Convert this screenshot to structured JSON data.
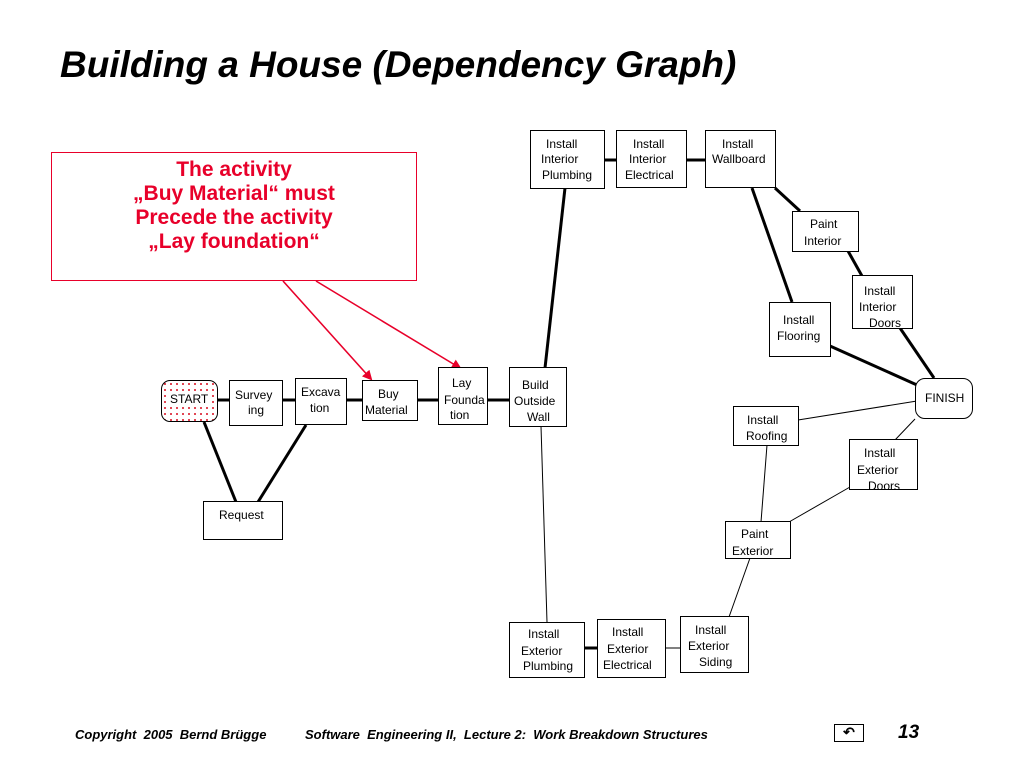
{
  "slide": {
    "title": "Building a House (Dependency Graph)",
    "callout": {
      "lines": [
        "The activity",
        "„Buy Material“ must",
        "Precede the activity",
        "„Lay foundation“"
      ],
      "color": "#e8002a"
    },
    "nodes": {
      "start": "START",
      "surveying": [
        "Survey",
        "ing"
      ],
      "request": "Request",
      "excavation": [
        "Excava",
        "tion"
      ],
      "buy_material": [
        "Buy",
        "Material"
      ],
      "lay_foundation": [
        "Lay",
        "Founda",
        "tion"
      ],
      "build_outside_wall": [
        "Build",
        "Outside",
        "Wall"
      ],
      "install_interior_plumbing": [
        "Install",
        "Interior",
        "Plumbing"
      ],
      "install_interior_electrical": [
        "Install",
        "Interior",
        "Electrical"
      ],
      "install_wallboard": [
        "Install",
        "Wallboard"
      ],
      "paint_interior": [
        "Paint",
        "Interior"
      ],
      "install_interior_doors": [
        "Install",
        "Interior",
        "Doors"
      ],
      "install_flooring": [
        "Install",
        "Flooring"
      ],
      "finish": "FINISH",
      "install_roofing": [
        "Install",
        "Roofing"
      ],
      "install_exterior_doors": [
        "Install",
        "Exterior",
        "Doors"
      ],
      "paint_exterior": [
        "Paint",
        "Exterior"
      ],
      "install_exterior_plumbing": [
        "Install",
        "Exterior",
        "Plumbing"
      ],
      "install_exterior_electrical": [
        "Install",
        "Exterior",
        "Electrical"
      ],
      "install_exterior_siding": [
        "Install",
        "Exterior",
        "Siding"
      ]
    },
    "footer": {
      "copyright": "Copyright  2005  Bernd Brügge",
      "course": "Software  Engineering II,  Lecture 2:  Work Breakdown Structures",
      "page_number": "13",
      "nav_icon": "return-icon"
    }
  }
}
